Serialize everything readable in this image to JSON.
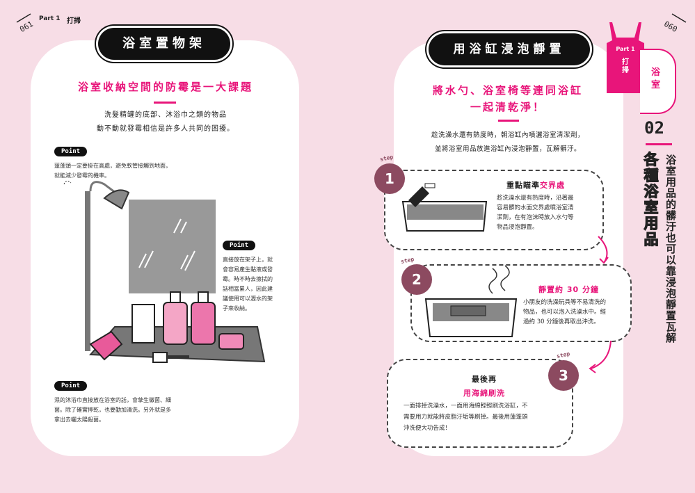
{
  "left": {
    "page_number": "061",
    "part_label": "Part 1",
    "part_title": "打掃",
    "title": "浴室置物架",
    "headline": "浴室收納空間的防霉是一大課題",
    "intro": [
      "洗髮精罐的底部、沐浴巾之類的物品",
      "動不動就發霉相信是許多人共同的困擾。"
    ],
    "points": [
      {
        "tag": "Point",
        "lines": [
          "蓮蓬頭一定要掛在高處，避免軟管接觸到地面，",
          "就能減少發霉的機率。"
        ]
      },
      {
        "tag": "Point",
        "lines": [
          "直接放在架子上，就",
          "會容易產生黏液或發",
          "霉。時不時去擦拭的",
          "話相當累人，因此建",
          "議使用可以瀝水的架",
          "子來收納。"
        ]
      },
      {
        "tag": "Point",
        "lines": [
          "濕的沐浴巾直接放在浴室的話，會孳生黴菌、細",
          "菌。除了確實擰乾，也要勤加清洗。另外就是多",
          "拿出去曬太陽殺菌。"
        ]
      }
    ]
  },
  "right": {
    "page_number": "060",
    "title": "用浴缸浸泡靜置",
    "headline": [
      "將水勺、浴室椅等連同浴缸",
      "一起清乾淨！"
    ],
    "intro": [
      "趁洗澡水還有熱度時，朝浴缸內噴灑浴室清潔劑，",
      "並將浴室用品放進浴缸內浸泡靜置，瓦解髒汙。"
    ],
    "step_label": "step",
    "steps": [
      {
        "num": "1",
        "title_plain": "重點瞄準",
        "title_pink": "交界處",
        "lines": [
          "趁洗澡水還有熱度時，沿著最",
          "容易髒的水面交界處噴浴室清",
          "潔劑，在有泡沫時放入水勺等",
          "物品浸泡靜置。"
        ]
      },
      {
        "num": "2",
        "title_plain": "",
        "title_pink": "靜置約 30 分鐘",
        "lines": [
          "小朋友的洗澡玩具等不易清洗的",
          "物品，也可以泡入洗澡水中。經",
          "過約 30 分鐘後再取出沖洗。"
        ]
      },
      {
        "num": "3",
        "title_plain": "最後再",
        "title_pink": "用海綿刷洗",
        "lines": [
          "一面排掉洗澡水，一面用海綿輕輕刷洗浴缸，不",
          "需要用力就能將皮脂汙垢等刷掉。最後用蓮蓬頭",
          "沖洗便大功告成！"
        ]
      }
    ],
    "side": {
      "tab_part": "Part 1",
      "tab_title": "打掃",
      "room": "浴室",
      "chapter_num": "02",
      "vertical_title": "各種浴室用品",
      "vertical_sub": "浴室用品的髒汙也可以靠浸泡靜置瓦解"
    }
  },
  "colors": {
    "accent": "#e8157a",
    "step": "#8c4a60",
    "background": "#f7dde6"
  }
}
